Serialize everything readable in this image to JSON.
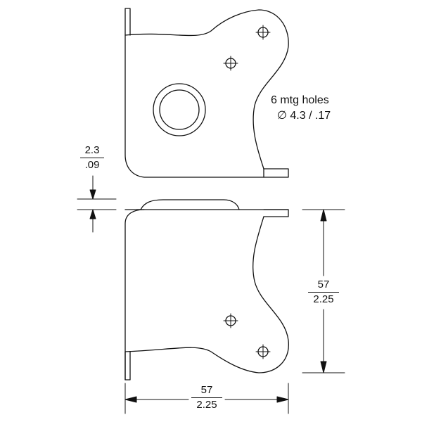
{
  "drawing": {
    "line_color": "#111111",
    "background": "#ffffff"
  },
  "annotations": {
    "holes_note_line1": "6 mtg holes",
    "holes_note_line2": "∅ 4.3 / .17"
  },
  "dimensions": {
    "thickness": {
      "metric": "2.3",
      "imperial": ".09"
    },
    "height": {
      "metric": "57",
      "imperial": "2.25"
    },
    "width": {
      "metric": "57",
      "imperial": "2.25"
    }
  }
}
